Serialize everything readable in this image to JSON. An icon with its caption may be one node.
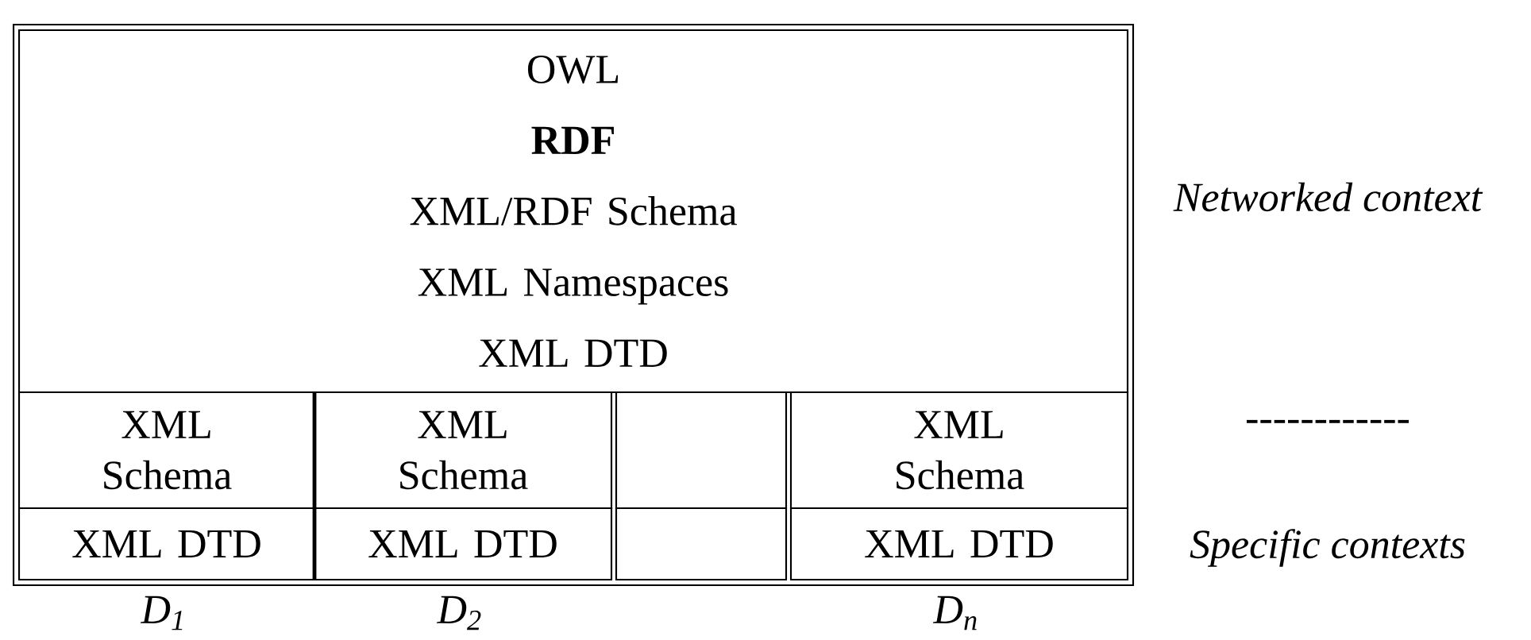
{
  "diagram": {
    "nodes": [
      {
        "text": [
          "OWL",
          "RDF",
          "XML/RDF Schema",
          "XML Namespaces",
          "XML DTD"
        ]
      },
      {
        "text": [
          "XML Schema"
        ]
      },
      {
        "text": [
          "XML Schema"
        ]
      },
      {
        "text": [],
        "shape": "box"
      },
      {
        "text": [
          "XML Schema"
        ]
      },
      {
        "text": [
          "XML DTD"
        ],
        "beside": [
          "D$_{1}$"
        ]
      },
      {
        "text": [
          "XML DTD"
        ],
        "beside": [
          "D$_{2}$"
        ]
      },
      {
        "text": [],
        "shape": "box"
      },
      {
        "text": [
          "XML DTD"
        ],
        "beside": [
          "D$_{n}$"
        ]
      }
    ],
    "edges": [],
    "labels": [
      "Networked context",
      "------------",
      "Specific contexts"
    ]
  }
}
